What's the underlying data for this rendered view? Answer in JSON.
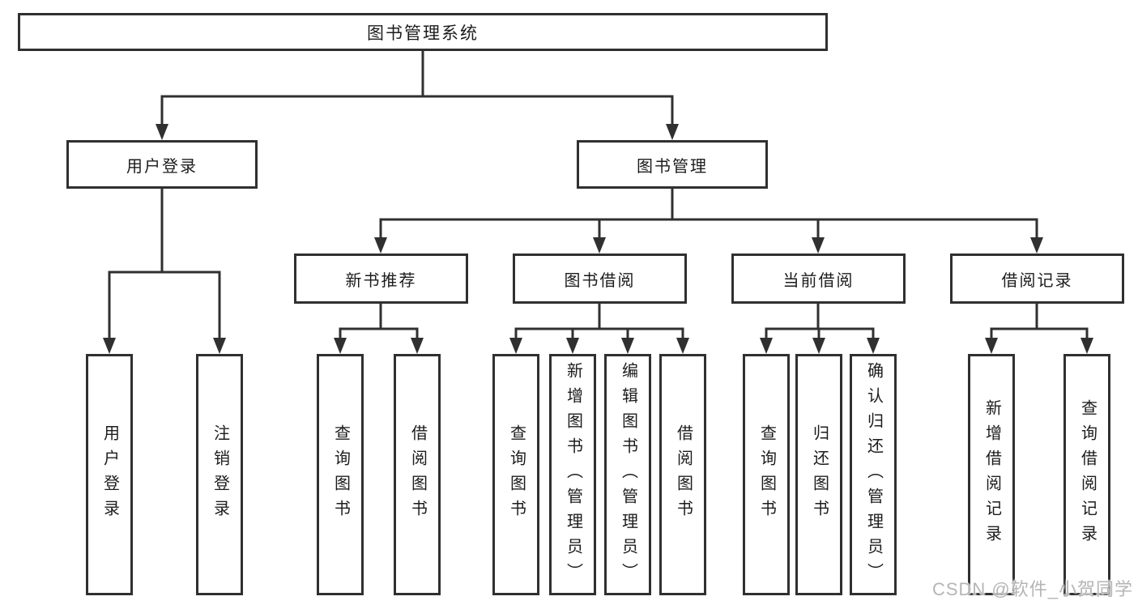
{
  "diagram": {
    "root": {
      "label": "图书管理系统"
    },
    "branches": [
      {
        "label": "用户登录",
        "children": [
          {
            "label": "用户登录"
          },
          {
            "label": "注销登录"
          }
        ]
      },
      {
        "label": "图书管理",
        "children": [
          {
            "label": "新书推荐",
            "children": [
              {
                "label": "查询图书"
              },
              {
                "label": "借阅图书"
              }
            ]
          },
          {
            "label": "图书借阅",
            "children": [
              {
                "label": "查询图书"
              },
              {
                "label": "新增图书（管理员）"
              },
              {
                "label": "编辑图书（管理员）"
              },
              {
                "label": "借阅图书"
              }
            ]
          },
          {
            "label": "当前借阅",
            "children": [
              {
                "label": "查询图书"
              },
              {
                "label": "归还图书"
              },
              {
                "label": "确认归还（管理员）"
              }
            ]
          },
          {
            "label": "借阅记录",
            "children": [
              {
                "label": "新增借阅记录"
              },
              {
                "label": "查询借阅记录"
              }
            ]
          }
        ]
      }
    ]
  },
  "watermark": {
    "text": "CSDN @软件_小贺同学"
  },
  "colors": {
    "line": "#303030",
    "text": "#1c1c1c",
    "watermark": "#b5b5b5",
    "background": "#ffffff"
  }
}
